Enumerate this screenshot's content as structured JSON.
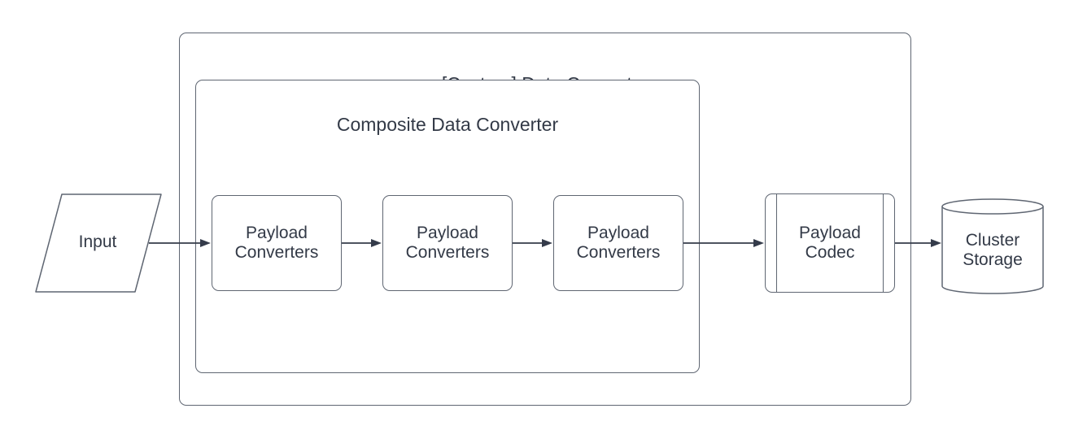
{
  "diagram": {
    "background_color": "#ffffff",
    "shape_border_color": "#5f6672",
    "arrow_color": "#343b4a",
    "text_color": "#333a47",
    "outer_container": {
      "title": "[Custom] Data Converter"
    },
    "inner_container": {
      "title": "Composite Data Converter"
    },
    "input_node": {
      "label": "Input",
      "shape": "parallelogram"
    },
    "payload_converter_nodes": [
      {
        "label": "Payload Converters"
      },
      {
        "label": "Payload Converters"
      },
      {
        "label": "Payload Converters"
      }
    ],
    "codec_node": {
      "label": "Payload Codec",
      "shape": "predefined-process"
    },
    "storage_node": {
      "label": "Cluster Storage",
      "shape": "cylinder"
    },
    "flow": [
      "Input",
      "Payload Converters",
      "Payload Converters",
      "Payload Converters",
      "Payload Codec",
      "Cluster Storage"
    ]
  }
}
